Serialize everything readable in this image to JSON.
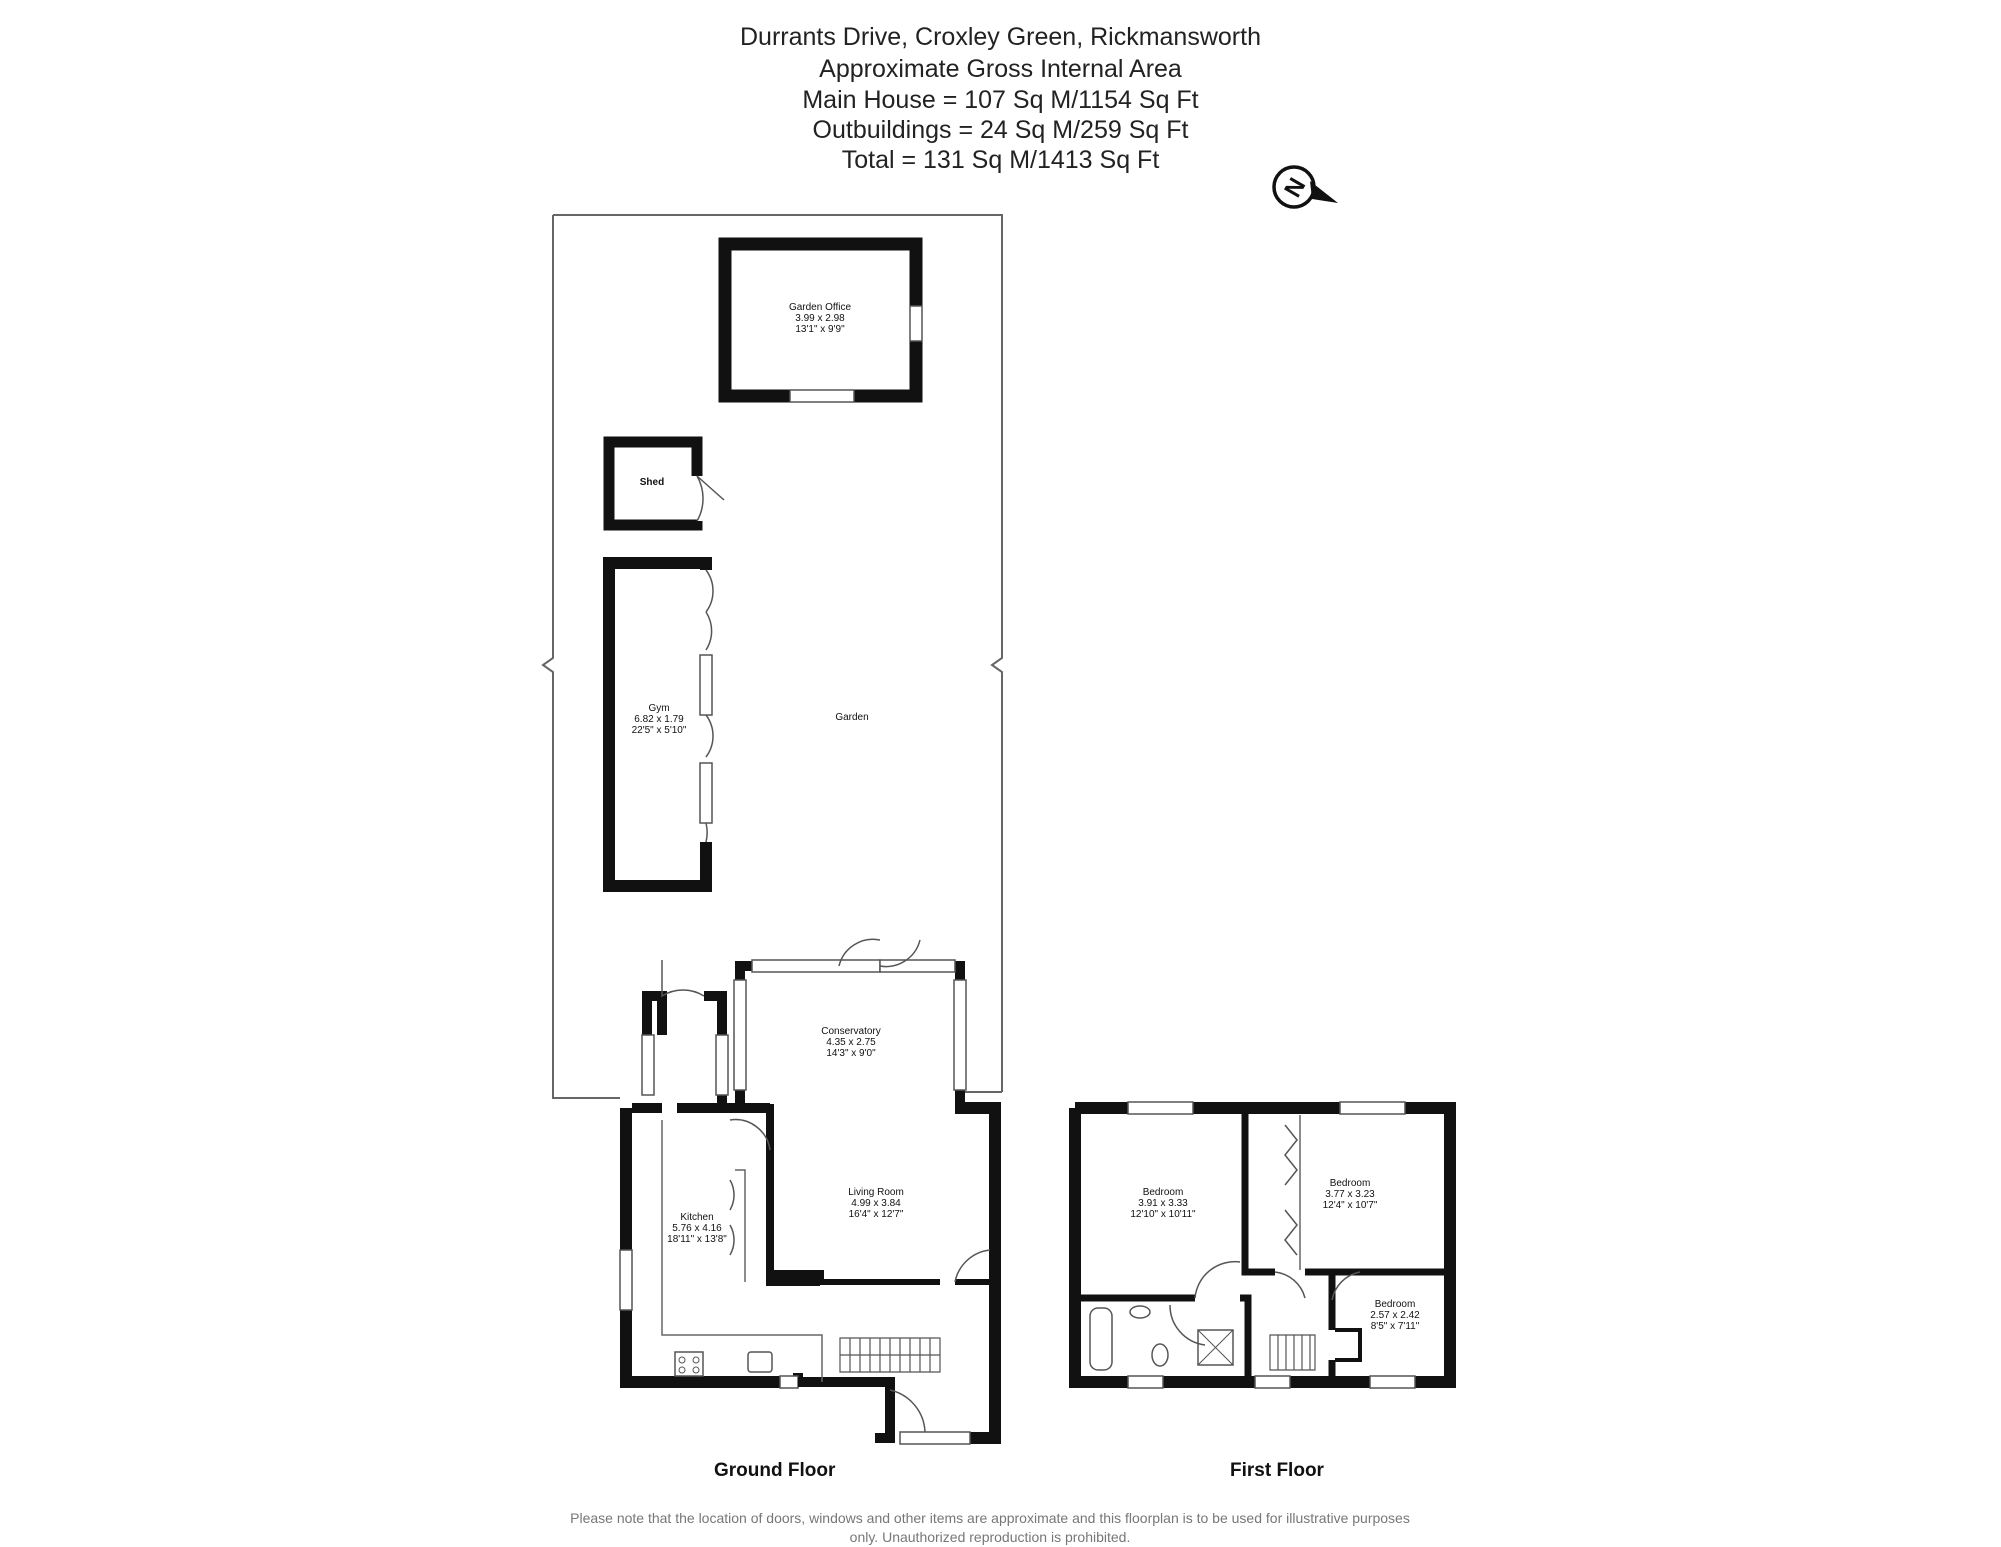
{
  "header": {
    "address": "Durrants Drive, Croxley Green, Rickmansworth",
    "area_title": "Approximate Gross Internal Area",
    "main_house": "Main House = 107 Sq M/1154 Sq Ft",
    "outbuildings": "Outbuildings = 24 Sq M/259 Sq Ft",
    "total": "Total = 131 Sq M/1413 Sq Ft"
  },
  "compass": {
    "letter": "N",
    "icon": "north-arrow-icon"
  },
  "rooms": {
    "garden_office": {
      "name": "Garden Office",
      "metric": "3.99 x 2.98",
      "imperial": "13'1\" x 9'9\""
    },
    "shed": {
      "name": "Shed"
    },
    "gym": {
      "name": "Gym",
      "metric": "6.82 x 1.79",
      "imperial": "22'5\" x 5'10\""
    },
    "garden": {
      "name": "Garden"
    },
    "conservatory": {
      "name": "Conservatory",
      "metric": "4.35 x 2.75",
      "imperial": "14'3\" x 9'0\""
    },
    "living_room": {
      "name": "Living Room",
      "metric": "4.99 x 3.84",
      "imperial": "16'4\" x 12'7\""
    },
    "kitchen": {
      "name": "Kitchen",
      "metric": "5.76 x 4.16",
      "imperial": "18'11\" x 13'8\""
    },
    "bedroom_1": {
      "name": "Bedroom",
      "metric": "3.91 x 3.33",
      "imperial": "12'10\" x 10'11\""
    },
    "bedroom_2": {
      "name": "Bedroom",
      "metric": "3.77 x 3.23",
      "imperial": "12'4\" x 10'7\""
    },
    "bedroom_3": {
      "name": "Bedroom",
      "metric": "2.57 x 2.42",
      "imperial": "8'5\" x 7'11\""
    }
  },
  "floors": {
    "ground": "Ground Floor",
    "first": "First Floor"
  },
  "disclaimer": "Please note that the location of doors, windows and other items are approximate and this floorplan is to be used for illustrative purposes only. Unauthorized reproduction is prohibited.",
  "colors": {
    "wall": "#111111",
    "line": "#555555",
    "text": "#222222",
    "disclaimer": "#777777"
  }
}
